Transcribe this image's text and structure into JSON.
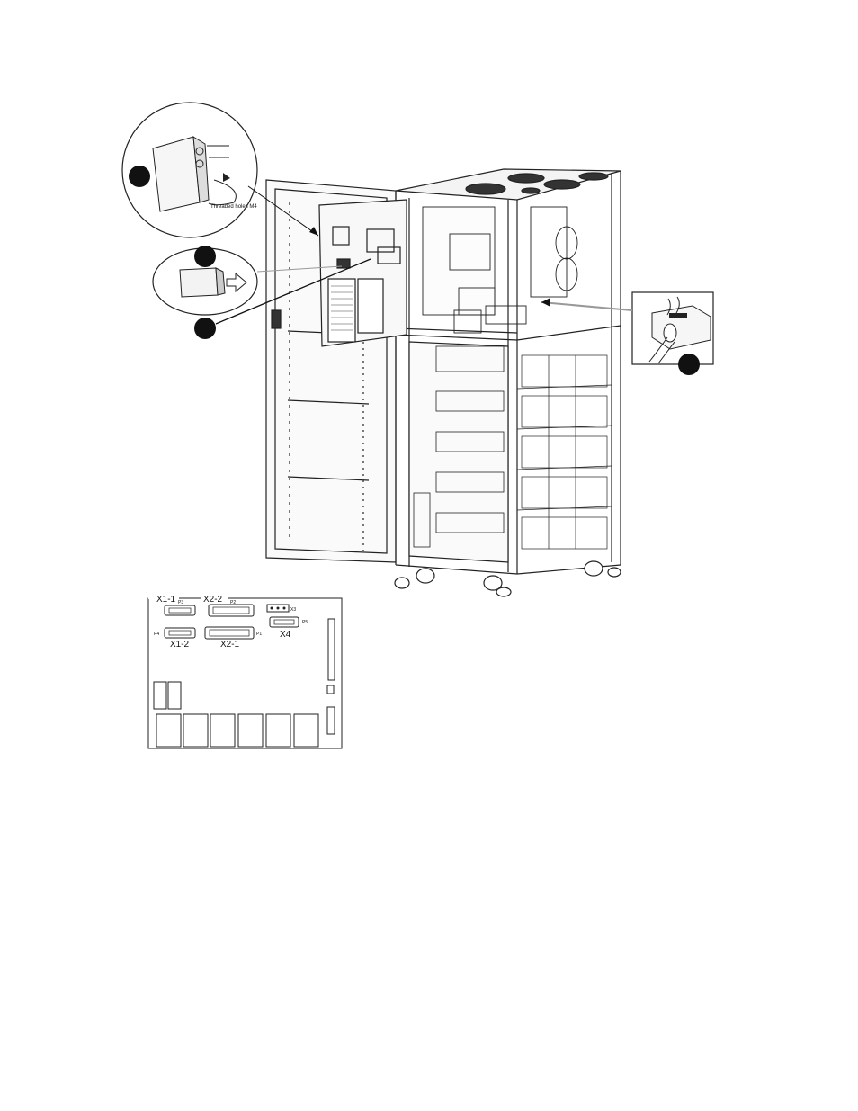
{
  "figure": {
    "callout_label": "Threaded holes M4",
    "board": {
      "connector_labels": {
        "x1_1": "X1-1",
        "x2_2": "X2-2",
        "x1_2": "X1-2",
        "x2_1": "X2-1",
        "x3": "X3",
        "x4": "X4"
      },
      "port_labels": {
        "p3": "P3",
        "p2": "P2",
        "p4": "P4",
        "p1": "P1",
        "p5": "P5"
      }
    }
  }
}
